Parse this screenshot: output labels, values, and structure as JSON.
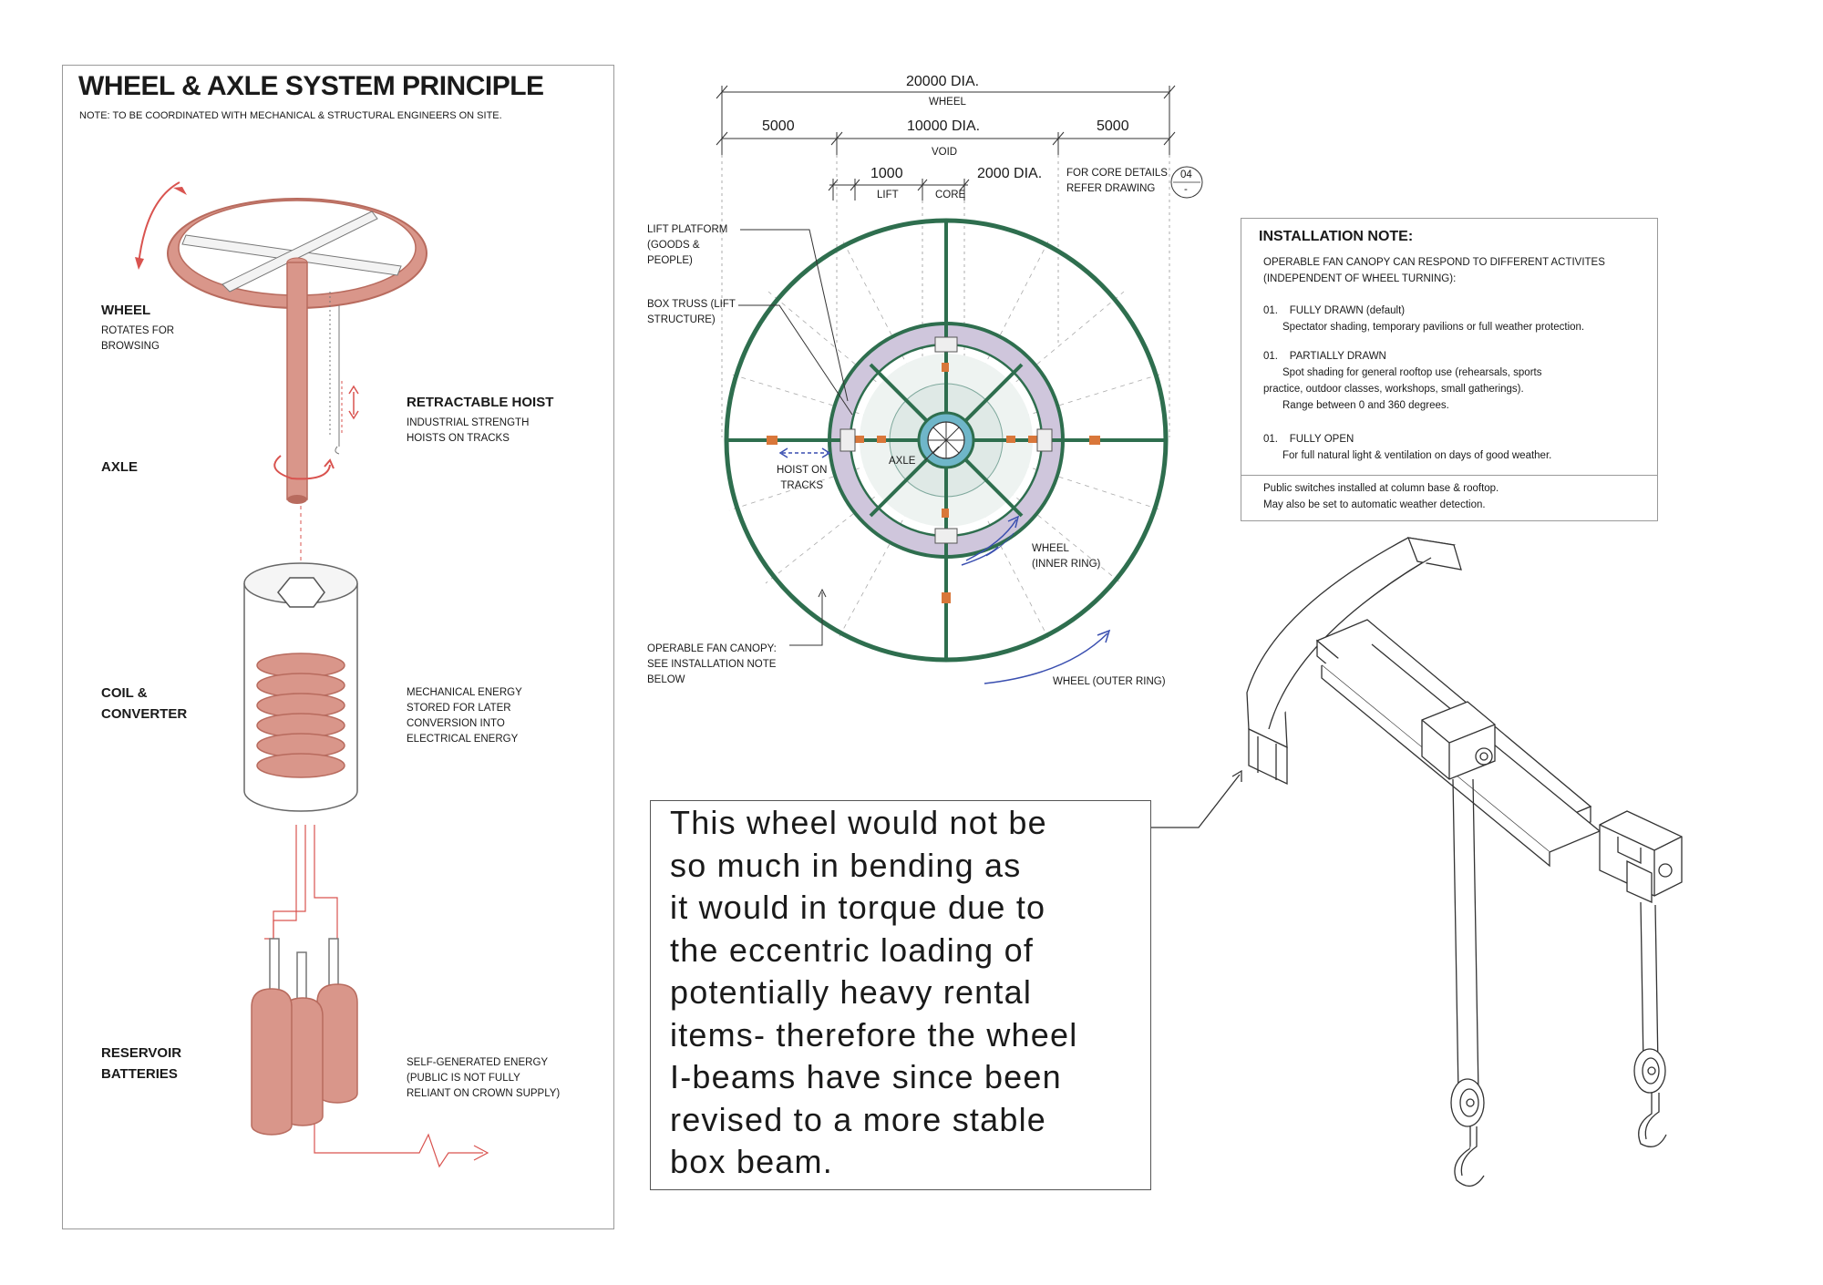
{
  "left_panel": {
    "title": "WHEEL & AXLE SYSTEM PRINCIPLE",
    "note": "NOTE: TO BE COORDINATED WITH MECHANICAL & STRUCTURAL ENGINEERS ON SITE.",
    "labels": {
      "wheel": "WHEEL",
      "wheel_desc": [
        "ROTATES FOR",
        "BROWSING"
      ],
      "hoist": "RETRACTABLE HOIST",
      "hoist_desc": [
        "INDUSTRIAL STRENGTH",
        "HOISTS ON TRACKS"
      ],
      "axle": "AXLE",
      "coil": [
        "COIL &",
        "CONVERTER"
      ],
      "coil_desc": [
        "MECHANICAL ENERGY",
        "STORED FOR LATER",
        "CONVERSION INTO",
        "ELECTRICAL ENERGY"
      ],
      "battery": [
        "RESERVOIR",
        "BATTERIES"
      ],
      "battery_desc": [
        "SELF-GENERATED ENERGY",
        "(PUBLIC IS NOT FULLY",
        "RELIANT ON CROWN SUPPLY)"
      ]
    }
  },
  "plan": {
    "dims": {
      "wheel_dia": "20000 DIA.",
      "wheel_label": "WHEEL",
      "left_offset": "5000",
      "void_dia": "10000 DIA.",
      "void_label": "VOID",
      "right_offset": "5000",
      "lift": "1000",
      "lift_label": "LIFT",
      "core_dia": "2000 DIA.",
      "core_label": "CORE",
      "core_ref": [
        "FOR CORE DETAILS",
        "REFER DRAWING"
      ],
      "ref_top": "04",
      "ref_bottom": "-"
    },
    "labels": {
      "lift_platform": [
        "LIFT PLATFORM",
        "(GOODS &",
        "PEOPLE)"
      ],
      "box_truss": [
        "BOX TRUSS  (LIFT",
        "STRUCTURE)"
      ],
      "hoist_tracks": [
        "HOIST ON",
        "TRACKS"
      ],
      "axle": "AXLE",
      "wheel_inner": [
        "WHEEL",
        "(INNER RING)"
      ],
      "fan_canopy": [
        "OPERABLE FAN CANOPY:",
        "SEE INSTALLATION NOTE",
        "BELOW"
      ],
      "wheel_outer": "WHEEL (OUTER RING)"
    }
  },
  "installation_note": {
    "title": "INSTALLATION NOTE:",
    "intro": [
      "OPERABLE FAN CANOPY CAN RESPOND TO DIFFERENT ACTIVITES",
      "(INDEPENDENT OF WHEEL TURNING):"
    ],
    "items": [
      {
        "num": "01.",
        "heading": "FULLY DRAWN (default)",
        "lines": [
          "Spectator shading, temporary pavilions or full weather protection."
        ]
      },
      {
        "num": "01.",
        "heading": "PARTIALLY DRAWN",
        "lines": [
          "Spot shading for general rooftop use (rehearsals, sports",
          "practice, outdoor classes, workshops, small gatherings).",
          "Range between 0 and 360 degrees."
        ]
      },
      {
        "num": "01.",
        "heading": "FULLY OPEN",
        "lines": [
          "For full natural light & ventilation on days of good weather."
        ]
      }
    ],
    "footer": [
      "Public switches installed at column base & rooftop.",
      "May also be set to automatic weather detection."
    ]
  },
  "comment": {
    "lines": [
      "This wheel would not be",
      "so much in bending as",
      "it would in torque due to",
      "the eccentric loading of",
      "potentially heavy rental",
      "items- therefore the wheel",
      "I-beams have since been",
      "revised to a more stable",
      "box beam."
    ]
  },
  "colors": {
    "accent_red": "#d9534f",
    "copper": "#d9968a",
    "copper_dark": "#b86b5e",
    "plan_green": "#2e6e4e",
    "truss_lilac": "#cfc6dc",
    "arrow_blue": "#3a4fb0",
    "orange_block": "#d9773a"
  }
}
